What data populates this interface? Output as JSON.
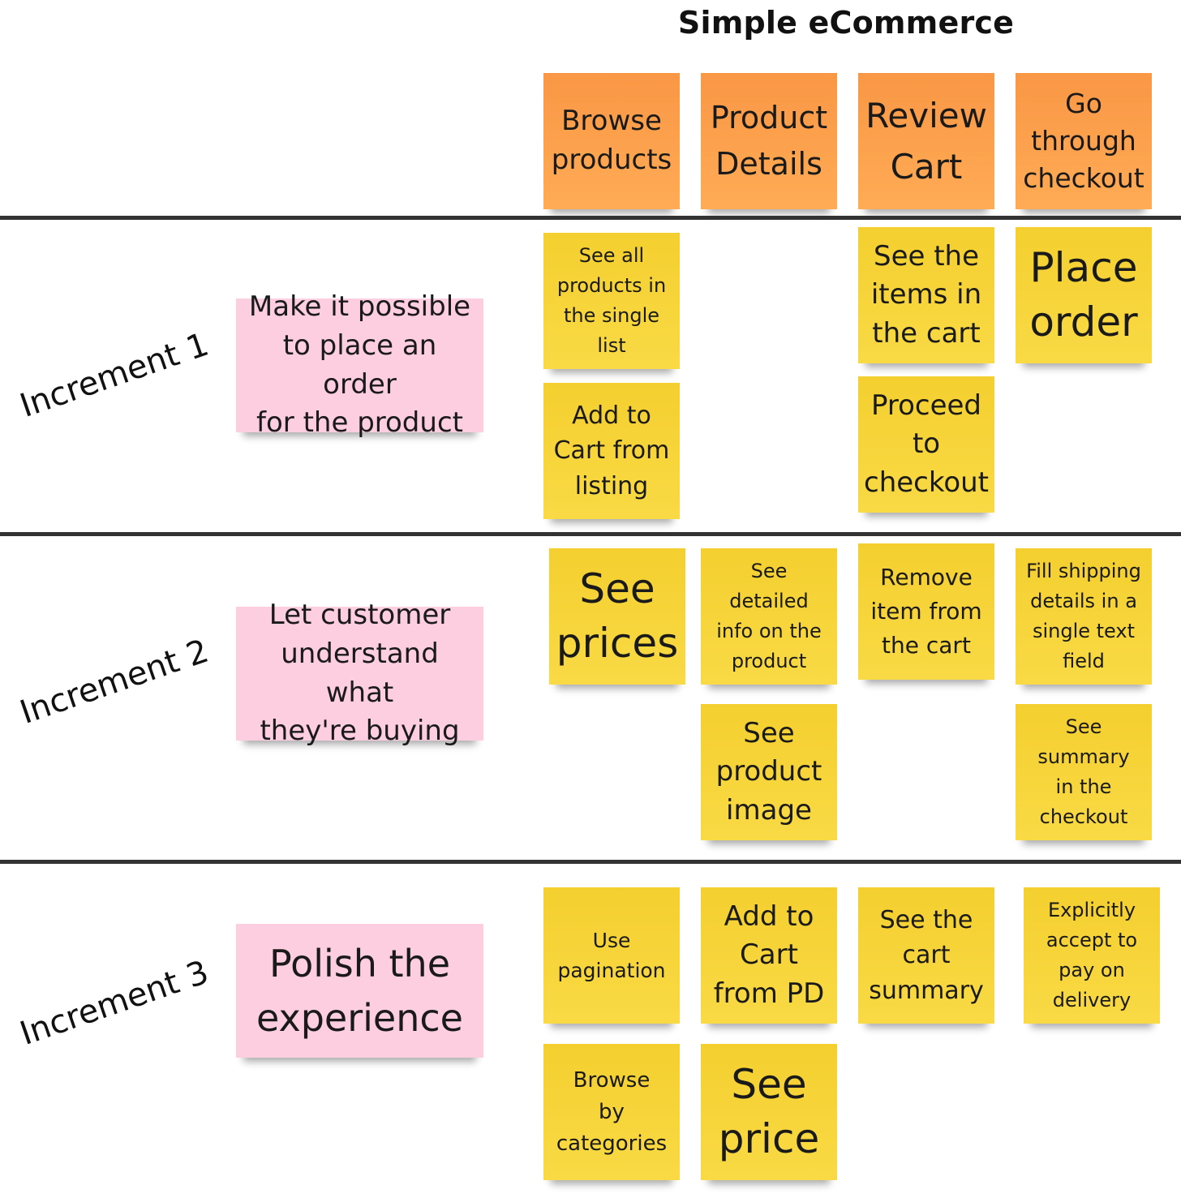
{
  "title": "Simple eCommerce",
  "activities": [
    "Browse\nproducts",
    "Product\nDetails",
    "Review\nCart",
    "Go\nthrough\ncheckout"
  ],
  "increments": [
    {
      "label": "Increment 1",
      "goal": "Make it possible\nto place an order\nfor the product",
      "stories": [
        "See all\nproducts in\nthe single\nlist",
        "Add to\nCart from\nlisting",
        "See the\nitems in\nthe cart",
        "Proceed\nto\ncheckout",
        "Place\norder"
      ]
    },
    {
      "label": "Increment 2",
      "goal": "Let customer\nunderstand what\nthey're buying",
      "stories": [
        "See\nprices",
        "See\ndetailed\ninfo on the\nproduct",
        "See\nproduct\nimage",
        "Remove\nitem from\nthe cart",
        "Fill shipping\ndetails in a\nsingle text\nfield",
        "See\nsummary\nin the\ncheckout"
      ]
    },
    {
      "label": "Increment 3",
      "goal": "Polish the\nexperience",
      "stories": [
        "Use\npagination",
        "Browse\nby\ncategories",
        "Add to\nCart\nfrom PD",
        "See\nprice",
        "See the\ncart\nsummary",
        "Explicitly\naccept to\npay on\ndelivery"
      ]
    }
  ],
  "colors": {
    "activity": "#f99745",
    "story": "#f4cf2f",
    "goal": "#fdcde0",
    "divider": "#333333"
  }
}
